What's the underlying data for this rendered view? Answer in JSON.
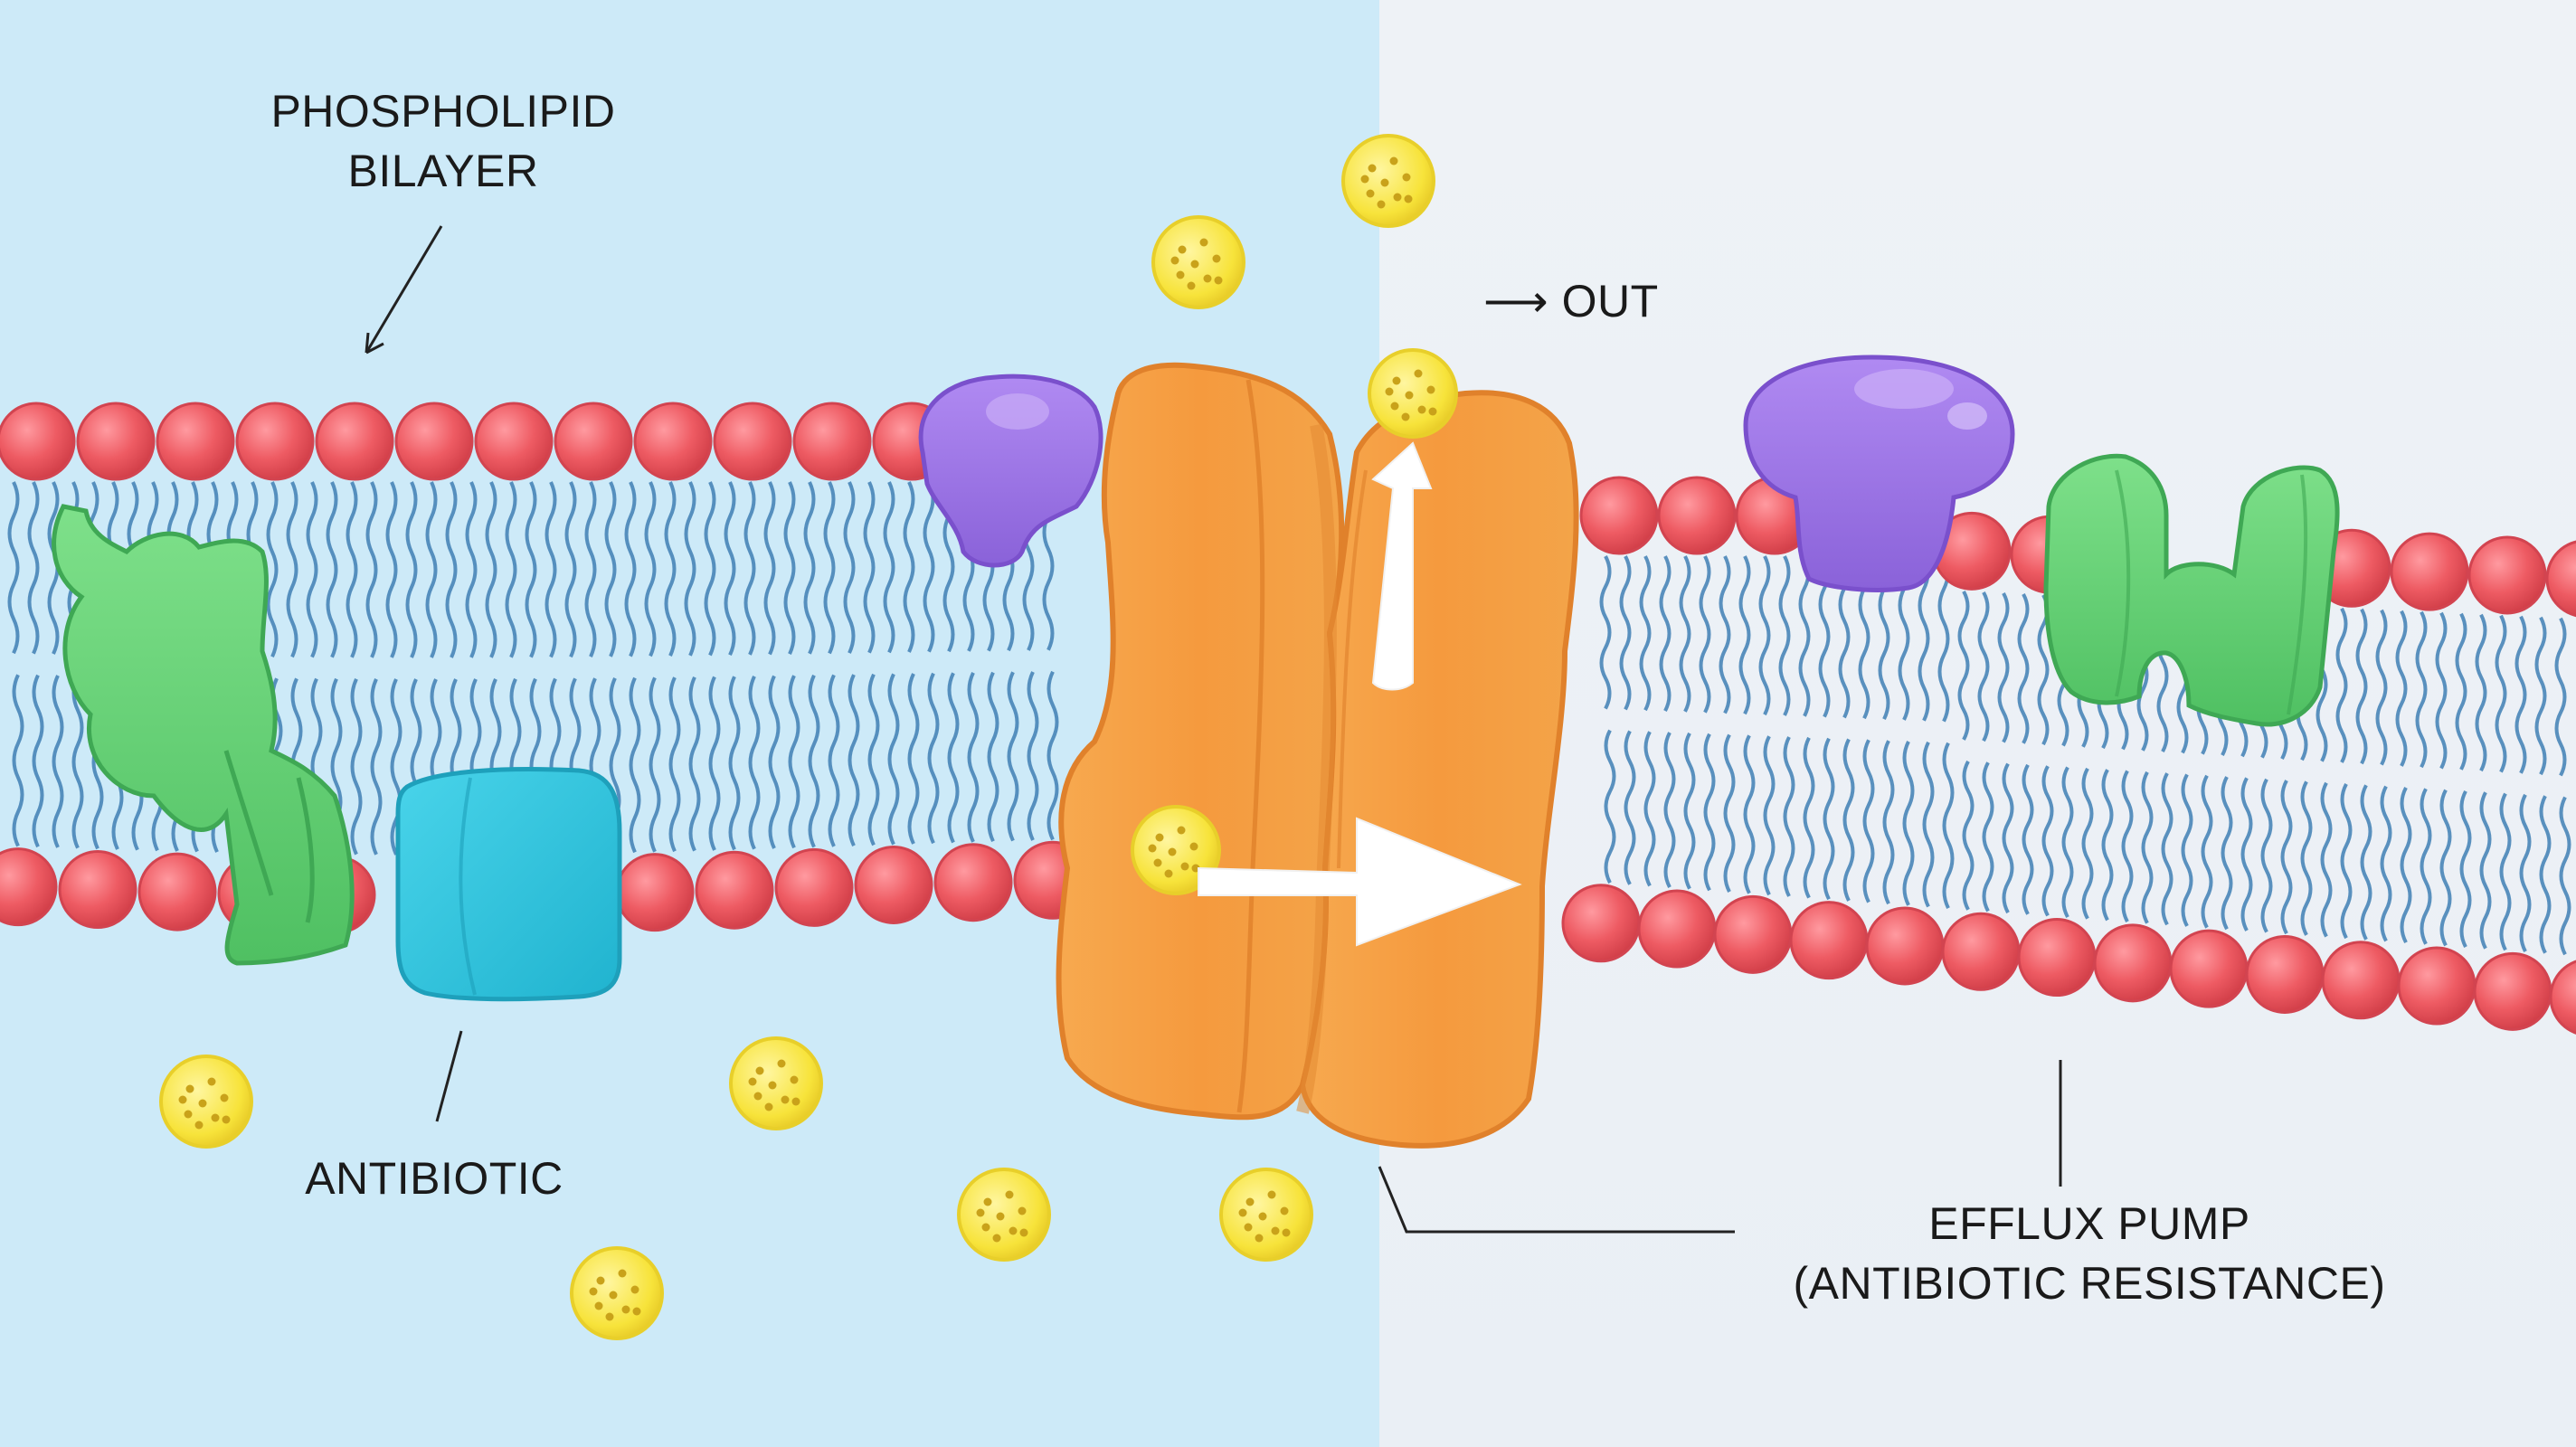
{
  "labels": {
    "bilayer_line1": "PHOSPHOLIPID",
    "bilayer_line2": "BILAYER",
    "antibiotic": "ANTIBIOTIC",
    "out": "⟶ OUT",
    "efflux_line1": "EFFLUX PUMP",
    "efflux_line2": "(ANTIBIOTIC RESISTANCE)"
  },
  "colors": {
    "background_inside": "#cdeaf8",
    "background_outside": "#eaeff5",
    "lipid_head": "#ee5b63",
    "lipid_tail": "#3f7fb4",
    "efflux_pump": "#f59a3e",
    "antibiotic_molecule": "#f7e33a",
    "protein_green": "#5ccf6e",
    "protein_cyan": "#2cc6de",
    "protein_purple": "#9b74e6",
    "arrow": "#ffffff"
  }
}
